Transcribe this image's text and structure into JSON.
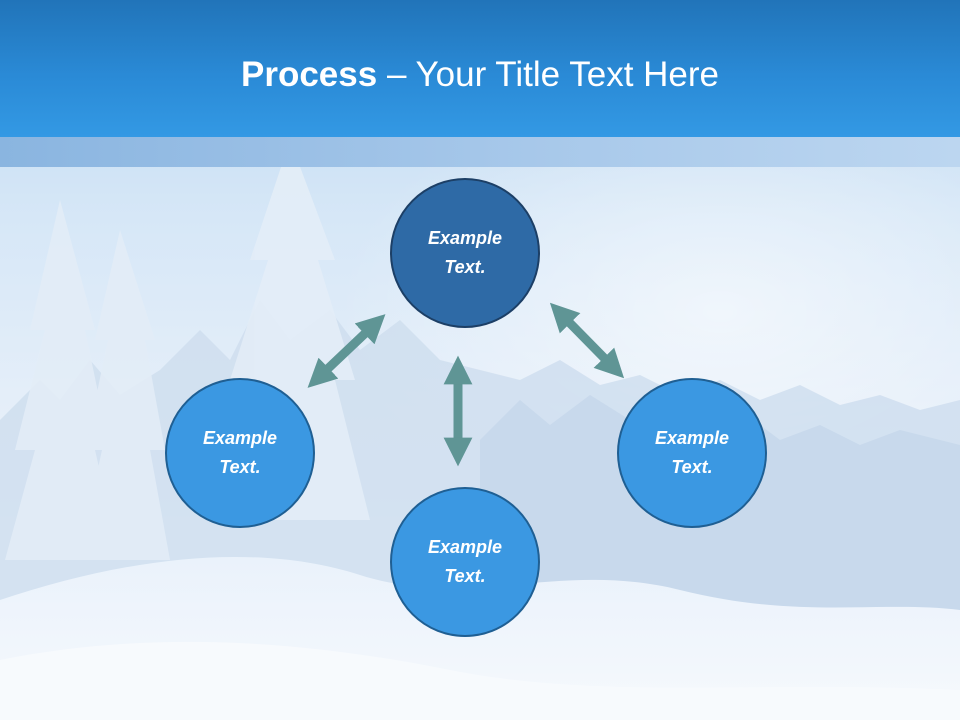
{
  "title": {
    "bold": "Process",
    "rest": " – Your Title Text Here"
  },
  "nodes": {
    "top": {
      "label": "Example\nText."
    },
    "left": {
      "label": "Example\nText."
    },
    "right": {
      "label": "Example\nText."
    },
    "bottom": {
      "label": "Example\nText."
    }
  },
  "colors": {
    "title_bar": "#2a8ad6",
    "center_node": "#2e6aa6",
    "outer_node": "#3b98e2",
    "arrow": "#5f9595"
  },
  "icons": {
    "arrows": [
      "double-arrow-icon",
      "double-arrow-icon",
      "double-arrow-icon"
    ]
  }
}
